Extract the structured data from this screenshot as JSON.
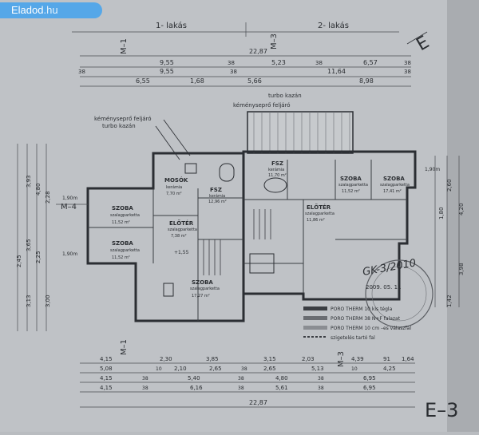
{
  "badge": {
    "brand": "Eladod",
    "domain": ".hu",
    "accent": "#55a7e8"
  },
  "headers": {
    "lakas1": "1- lakás",
    "lakas2": "2- lakás"
  },
  "section_marks": {
    "m1": "M–1",
    "m3": "M–3",
    "m4": "M–4",
    "sheet": "E–3"
  },
  "top_dims": {
    "total": "22,87",
    "row1": [
      "9,55",
      "38",
      "5,23",
      "38",
      "6,57",
      "38"
    ],
    "row2": [
      "38",
      "9,55",
      "38",
      "11,64",
      "38"
    ],
    "row3": [
      "6,55",
      "1,68",
      "5,66",
      "8,98"
    ]
  },
  "bottom_dims": {
    "row1": [
      "4,15",
      "2,30",
      "3,85",
      "3,15",
      "2,03",
      "4,39",
      "91",
      "1,64"
    ],
    "row2": [
      "5,08",
      "10",
      "2,10",
      "2,65",
      "38",
      "2,65",
      "5,13",
      "10",
      "4,25"
    ],
    "row3": [
      "4,15",
      "38",
      "5,40",
      "38",
      "4,80",
      "38",
      "6,95"
    ],
    "row4": [
      "4,15",
      "38",
      "6,16",
      "38",
      "5,61",
      "38",
      "6,95"
    ],
    "total": "22,87"
  },
  "left_dims": [
    "3,93",
    "4,80",
    "2,28",
    "2,45",
    "3,65",
    "2,25",
    "3,13",
    "3,00"
  ],
  "right_dims": [
    "1,90m",
    "2,60",
    "1,80",
    "4,20",
    "3,98",
    "1,42"
  ],
  "annotations": {
    "turbo": "turbo kazán",
    "kemeny_top": "kéményseprő feljáró",
    "kemeny_left": "kéményseprő feljáró",
    "turbo_left": "turbo kazán",
    "lvl1": "1,90m",
    "lvl2": "1,90m",
    "stair_lvl": "+1,55",
    "stamp_sign": "GK-3/2010",
    "stamp_date": "2009. 05. 11"
  },
  "rooms": {
    "mosok": {
      "name": "MOSÓK",
      "sub": "kerámia",
      "area": "7,70 m²"
    },
    "fsz1": {
      "name": "FSZ",
      "sub": "kerámia",
      "area": "12,96 m²"
    },
    "szoba1": {
      "name": "SZOBA",
      "sub": "szalagparketta",
      "area": "11,52 m²"
    },
    "eloter1": {
      "name": "ELŐTÉR",
      "sub": "szalagparketta",
      "area": "7,38 m²"
    },
    "szoba2": {
      "name": "SZOBA",
      "sub": "szalagparketta",
      "area": "11,52 m²"
    },
    "szoba3": {
      "name": "SZOBA",
      "sub": "szalagparketta",
      "area": "17,27 m²"
    },
    "fsz2": {
      "name": "FSZ",
      "sub": "kerámia",
      "area": "11,70 m²"
    },
    "szoba4": {
      "name": "SZOBA",
      "sub": "szalagparketta",
      "area": "11,52 m²"
    },
    "szoba5": {
      "name": "SZOBA",
      "sub": "szalagparketta",
      "area": "17,41 m²"
    },
    "eloter2": {
      "name": "ELŐTÉR",
      "sub": "szalagparketta",
      "area": "11,86 m²"
    }
  },
  "legend": {
    "l1": "PORO THERM 10 kis tégla",
    "l2": "PORO THERM 38 N+F falazat",
    "l3": "PORO THERM 10 cm –es válaszfal",
    "l4": "szigetelés tartó fal"
  }
}
